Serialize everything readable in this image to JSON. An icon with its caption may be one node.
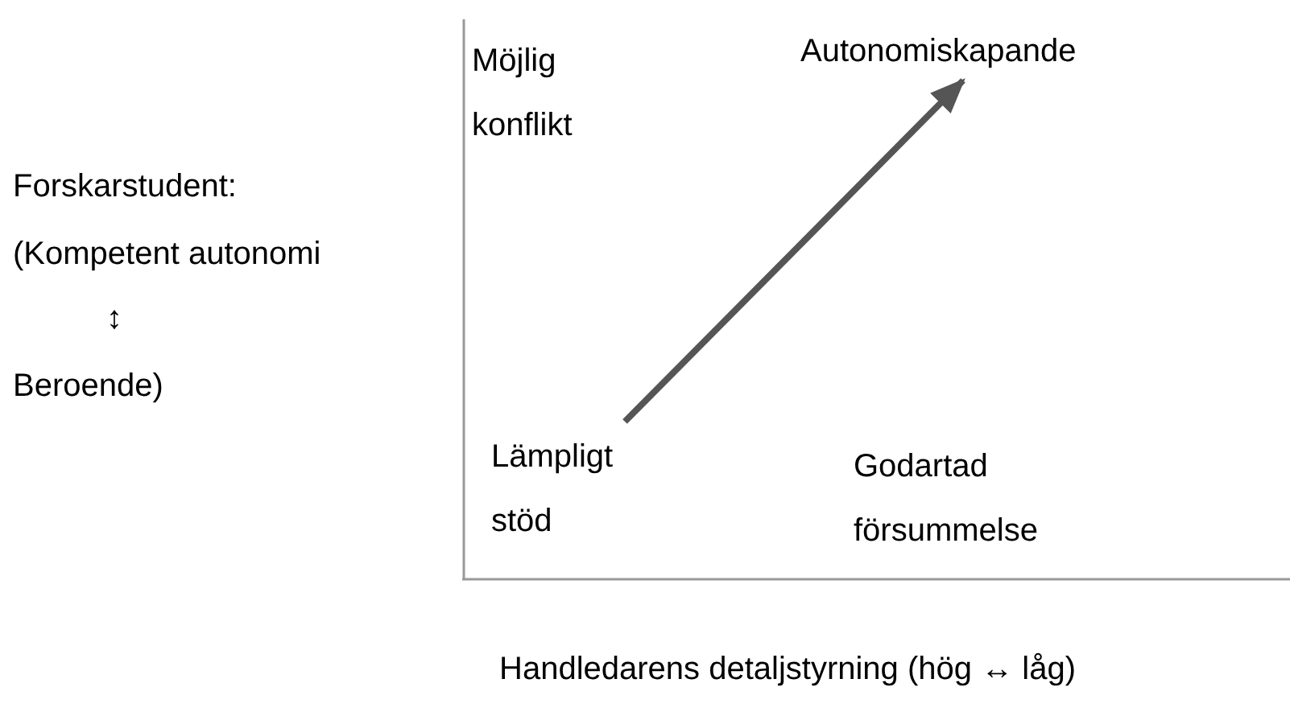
{
  "diagram": {
    "nodes": [
      {
        "text": [
          "Lämpligt stöd"
        ]
      },
      {
        "text": [
          "Autonomiskapande"
        ]
      }
    ],
    "edges": [
      {
        "from": 0,
        "to": 1,
        "arrow": "to"
      }
    ],
    "labels": [
      "Möjlig konflikt",
      "Forskarstudent:",
      "(Kompetent autonomi",
      "↕",
      "Beroende)",
      "Godartad försummelse",
      "Handledarens detaljstyrning (hög ↔ låg)"
    ]
  }
}
